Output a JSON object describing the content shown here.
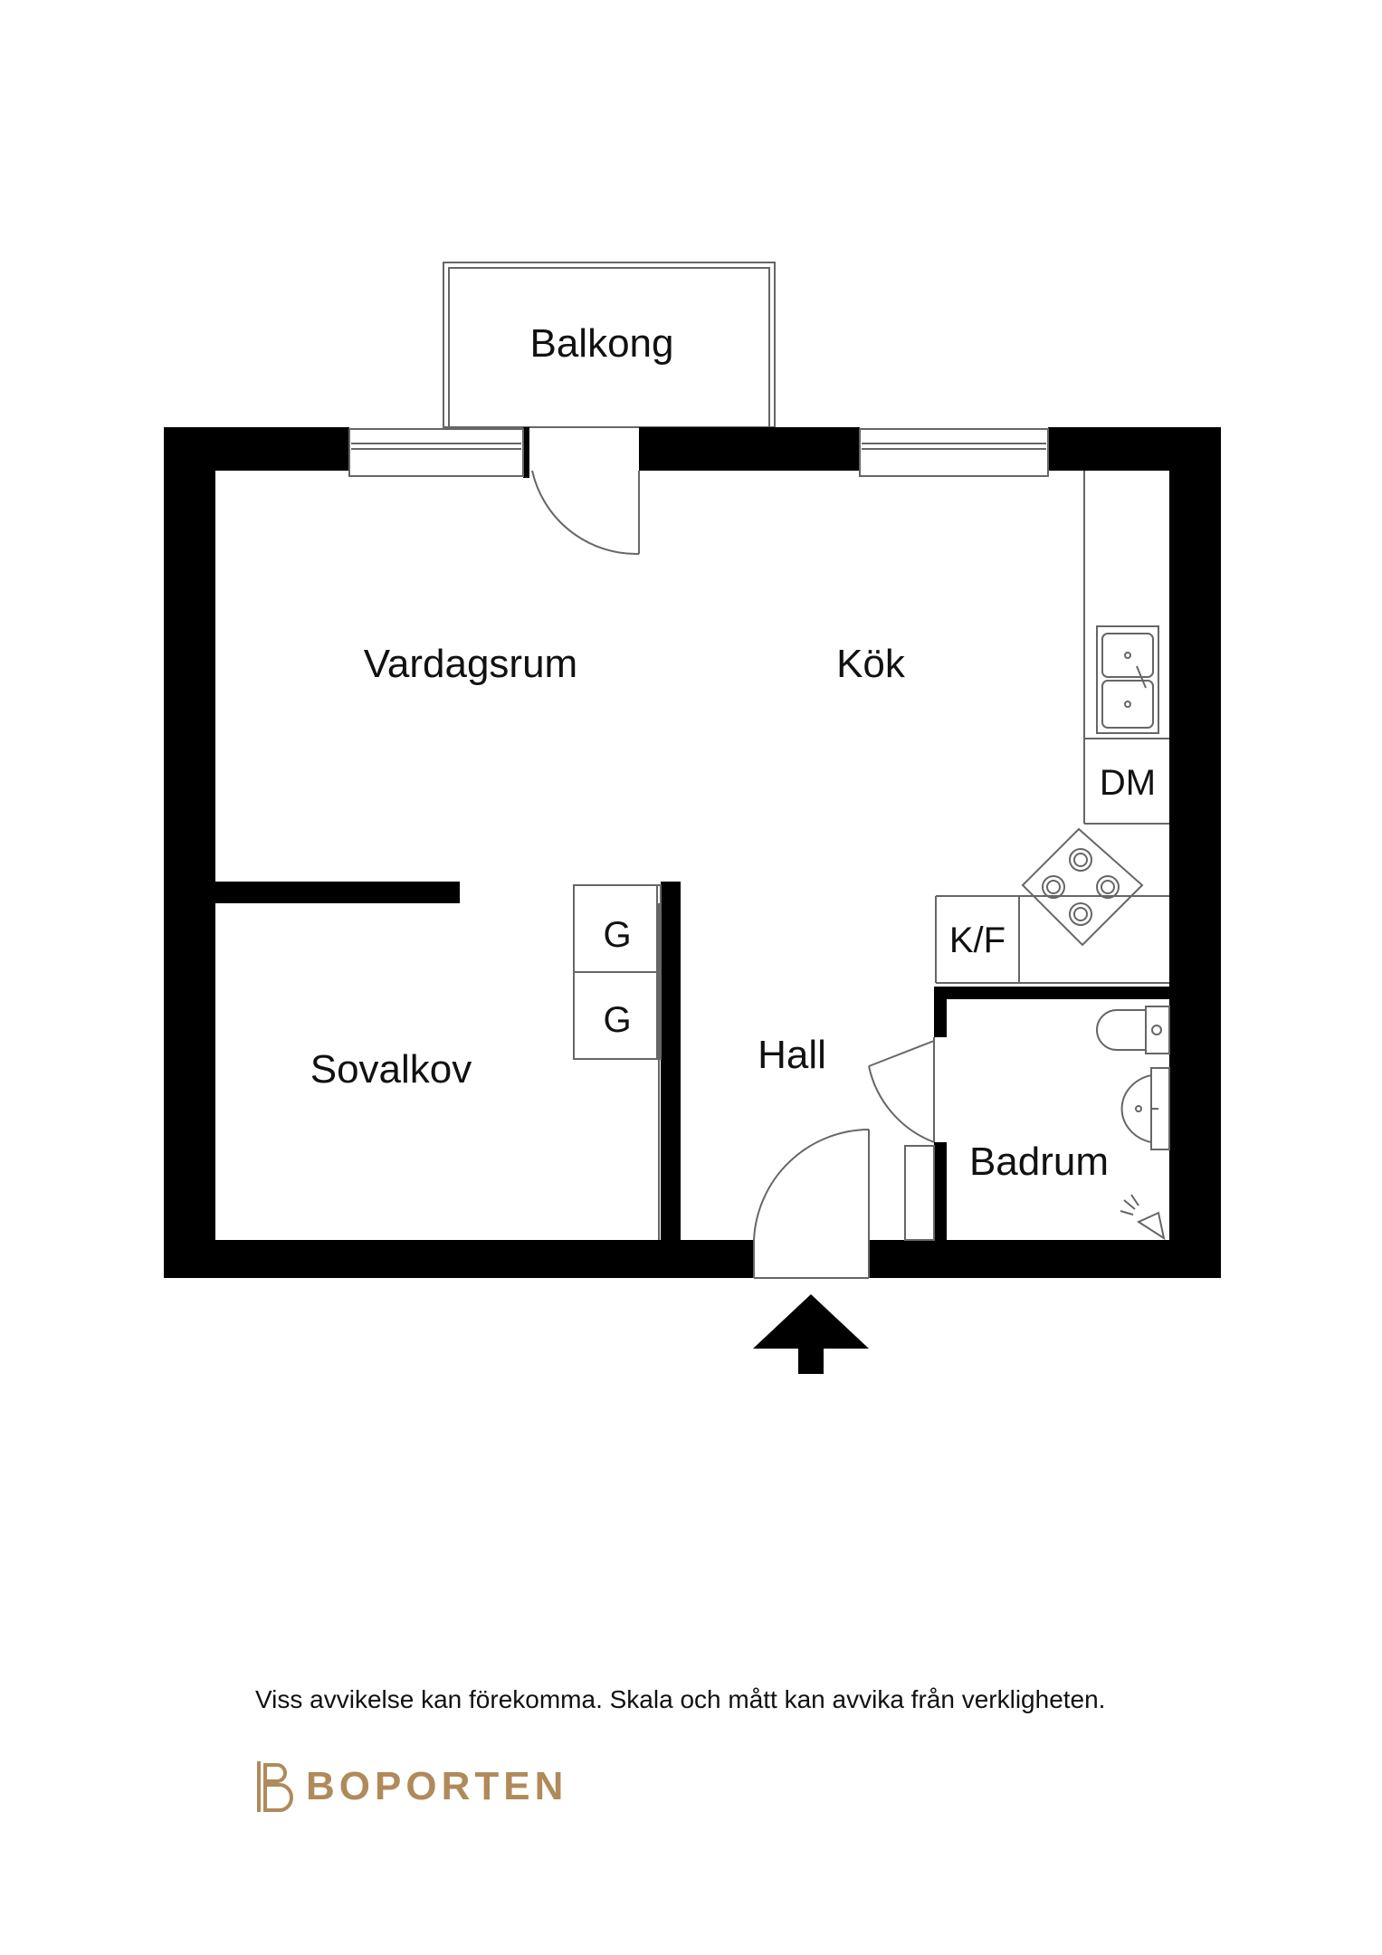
{
  "rooms": {
    "balkong": "Balkong",
    "vardagsrum": "Vardagsrum",
    "kok": "Kök",
    "sovalkov": "Sovalkov",
    "hall": "Hall",
    "badrum": "Badrum"
  },
  "fixtures": {
    "dm": "DM",
    "kf": "K/F",
    "g1": "G",
    "g2": "G"
  },
  "disclaimer": "Viss avvikelse kan förekomma. Skala och mått kan avvika från verkligheten.",
  "brand": {
    "name": "BOPORTEN",
    "color": "#b08a5a"
  },
  "colors": {
    "wall": "#000000",
    "line": "#555555"
  }
}
